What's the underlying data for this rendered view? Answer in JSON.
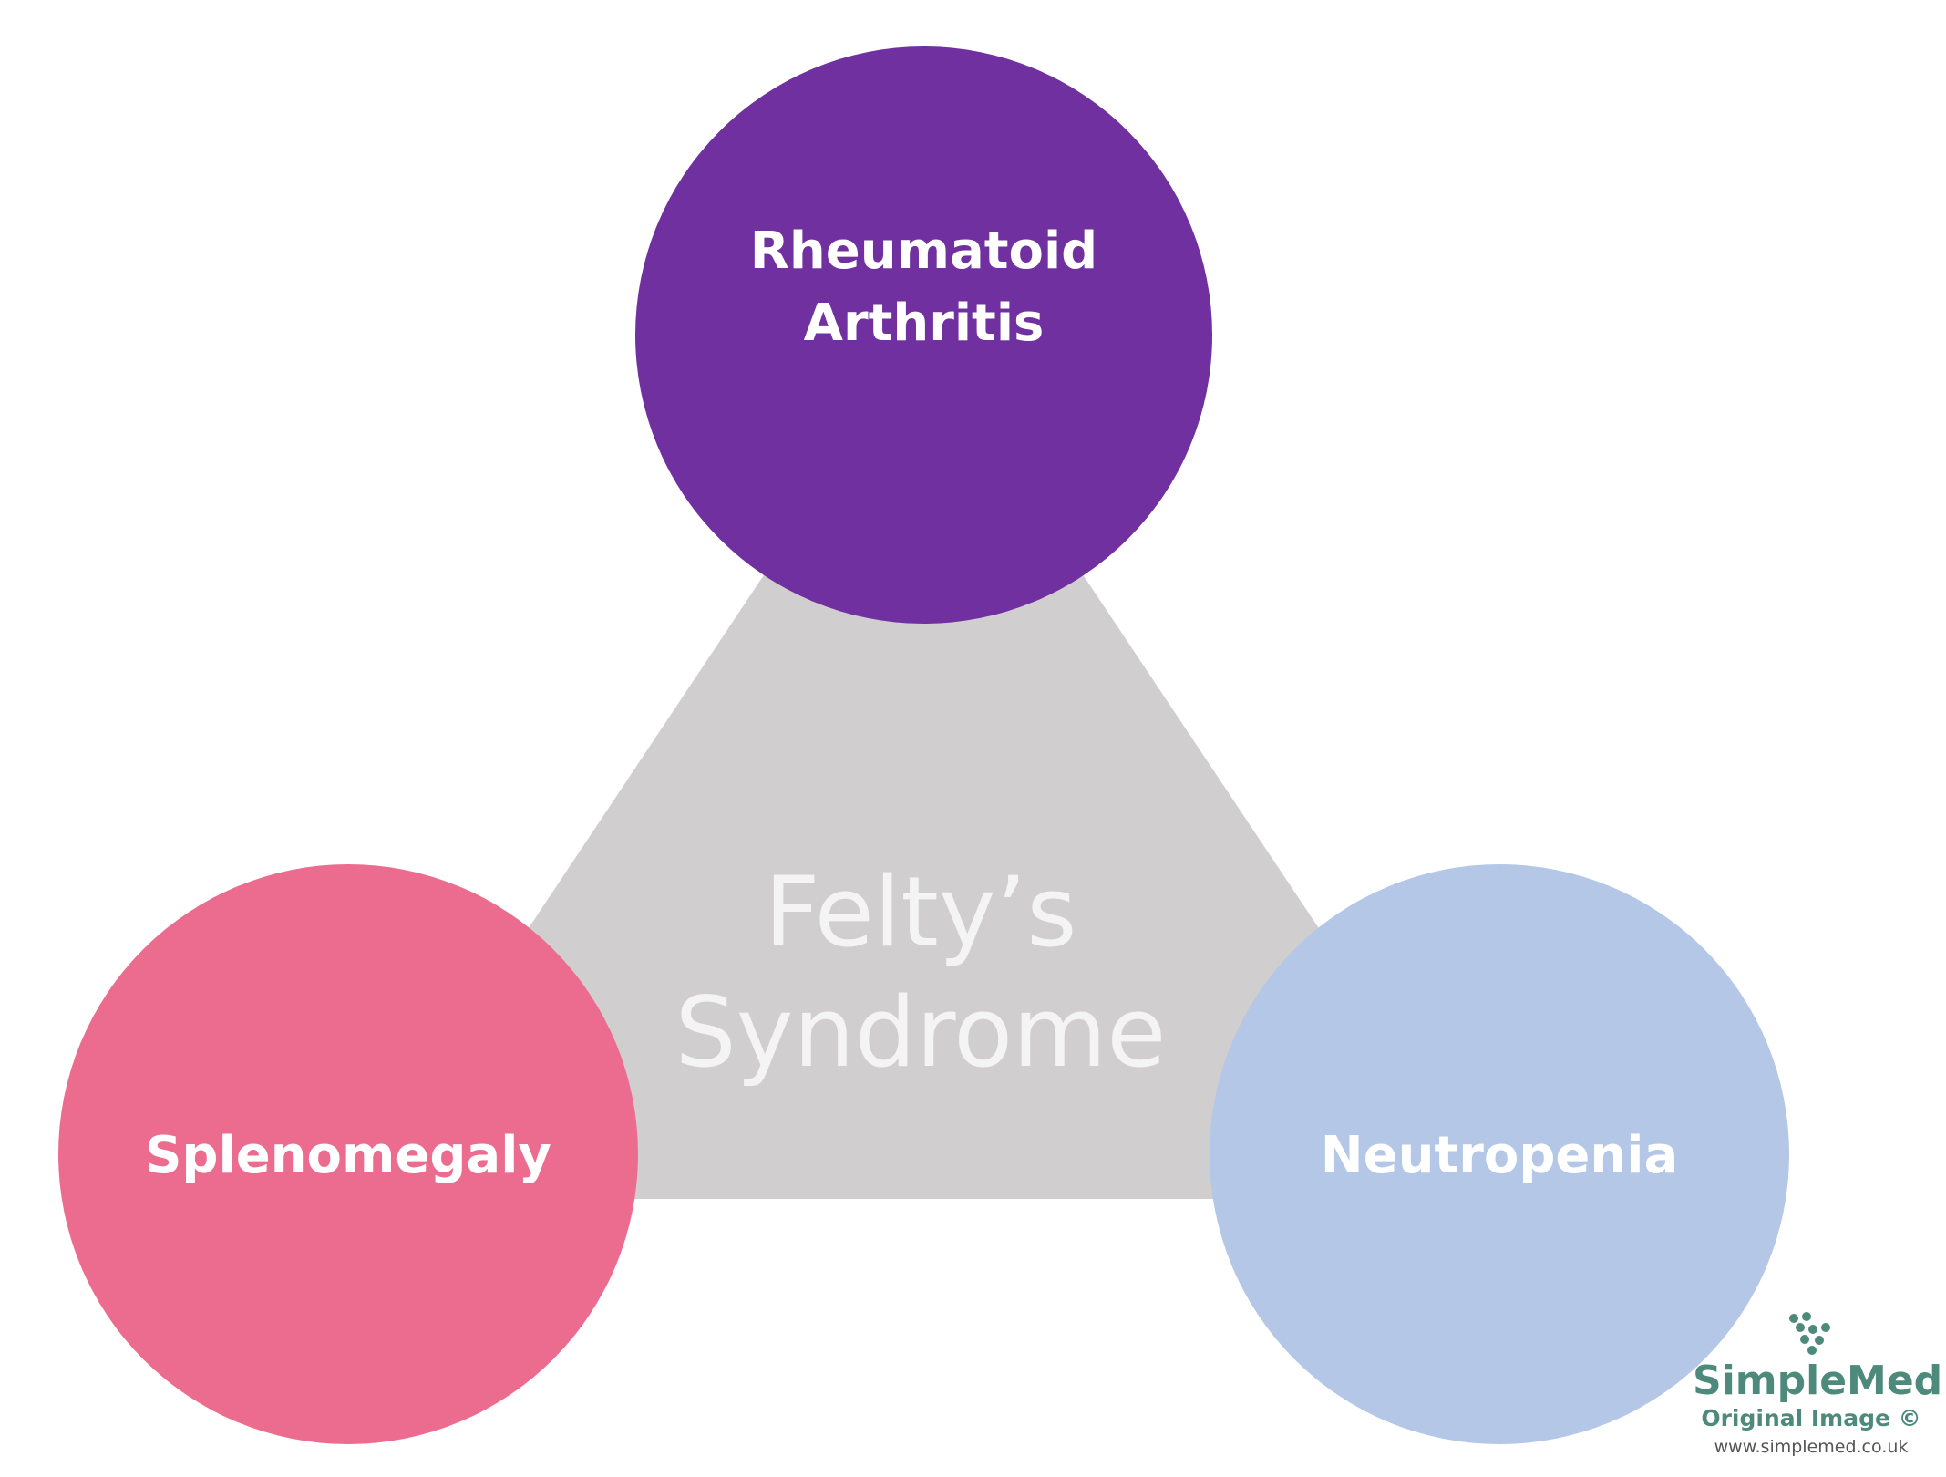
{
  "diagram": {
    "center_label": "Felty’s\nSyndrome",
    "nodes": [
      {
        "label": "Rheumatoid\nArthritis",
        "color": "#7030a0"
      },
      {
        "label": "Splenomegaly",
        "color": "#ec6c8f"
      },
      {
        "label": "Neutropenia",
        "color": "#b4c7e7"
      }
    ],
    "connector_color": "#d0cece",
    "center_label_color": "#f4f4f4"
  },
  "watermark": {
    "brand": "SimpleMed",
    "rights": "Original Image ©",
    "url": "www.simplemed.co.uk",
    "color": "#4e8a7c",
    "logo_icon": "molecule-dots-icon"
  }
}
